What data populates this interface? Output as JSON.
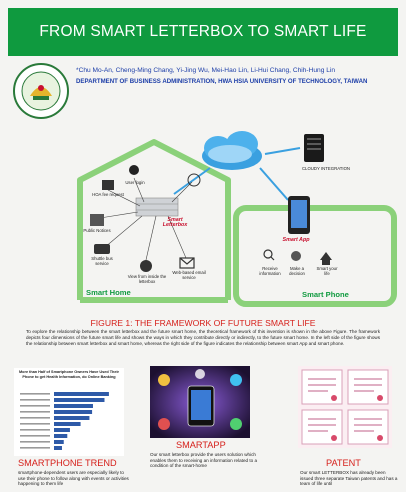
{
  "header": {
    "title": "FROM SMART LETTERBOX TO SMART LIFE",
    "authors": "*Chu Mo-An, Cheng-Ming Chang, Yi-Jing Wu, Mei-Hao Lin, Li-Hui Chang, Chih-Hung Lin",
    "department": "DEPARTMENT OF BUSINESS ADMINISTRATION, HWA HSIA UNIVERSITY OF TECHNOLOGY, TAIWAN"
  },
  "diagram": {
    "cloud_label": "CLOUDY INTEGRATION",
    "center_label": "Smart Letterbox",
    "home_label": "Smart Home",
    "phone_label": "Smart Phone",
    "app_label": "Smart App",
    "user_login": "User login",
    "hoa_fee": "HOA fee request",
    "public_notices": "Public Notices",
    "shuttle_bus": "Shuttle bus service",
    "view_inside": "View from inside the letterbox",
    "web_email": "Web-based email service",
    "receive_info": "Receive information",
    "make_decision": "Make a decision",
    "smart_life": "Smart your life"
  },
  "figure": {
    "caption": "FIGURE 1: THE FRAMEWORK OF FUTURE SMART LIFE",
    "text": "To explore the relationship between the smart letterbox and the future smart home, the theoretical framework of this invention is shown in the above Figure. The framework depicts four dimensions of the future smart life and shows the ways in which they contribute directly or indirectly, to the future smart home. In the left side of the figure shows the relationship between smart letterbox and smart home, whereas the right side of the figure indicates the relationship between smart App and smart phone."
  },
  "smartphone_trend": {
    "title": "SMARTPHONE TREND",
    "text": "smartphone-dependent users are especially likely to use their phone to follow along with events or activities happening to them life",
    "chart_heading": "More than Half of Smartphone Owners Have Used Their Phone to get Health Information, do Online Banking"
  },
  "smartapp": {
    "title": "SMARTAPP",
    "text": "Our smart letterbox provide the users solution which enables them to receiving an information related to a condition of the smart-home"
  },
  "patent": {
    "title": "PATENT",
    "text": "Our smart LETTERBOX has already been issued three separate Taiwan patents and has a team of life until"
  },
  "chart_data": {
    "type": "bar",
    "categories": [
      "",
      "",
      "",
      "",
      "",
      "",
      "",
      "",
      "",
      ""
    ],
    "values": [
      62,
      57,
      44,
      43,
      40,
      30,
      18,
      15,
      11,
      9
    ],
    "xlim": [
      0,
      70
    ]
  },
  "colors": {
    "green": "#0f9a3f",
    "red": "#d6201b",
    "blue": "#1d3ea8",
    "house_green": "#8bd17a",
    "bar_blue": "#2e5aa8"
  }
}
